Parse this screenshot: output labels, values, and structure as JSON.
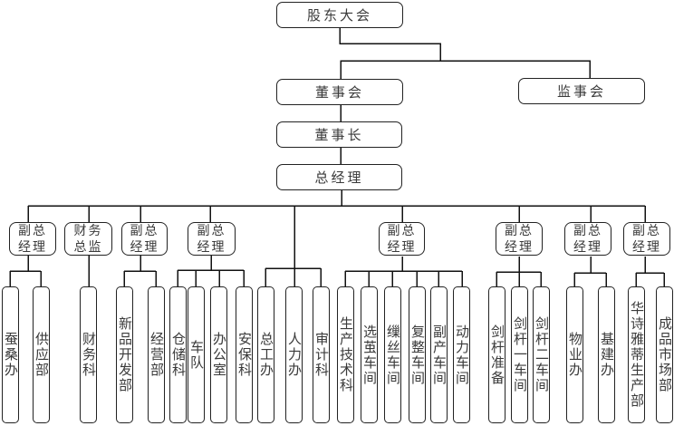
{
  "org": {
    "shareholders_meeting": "股东大会",
    "board_of_directors": "董事会",
    "board_of_supervisors": "监事会",
    "chairman": "董事长",
    "general_manager": "总经理",
    "vice_units": [
      {
        "head": "副总经理",
        "departments": [
          "蚕桑办",
          "供应部"
        ]
      },
      {
        "head": "财务总监",
        "departments": [
          "财务科"
        ]
      },
      {
        "head": "副总经理",
        "departments": [
          "新品开发部",
          "经营部"
        ]
      },
      {
        "head": "副总经理",
        "departments": [
          "仓储科",
          "车队",
          "办公室",
          "安保科"
        ]
      },
      {
        "head": "副总经理",
        "departments": [
          "生产技术科",
          "选茧车间",
          "缫丝车间",
          "复整车间",
          "副产车间",
          "动力车间"
        ]
      },
      {
        "head": "副总经理",
        "departments": [
          "剑杆准备",
          "剑杆一车间",
          "剑杆二车间"
        ]
      },
      {
        "head": "副总经理",
        "departments": [
          "物业办",
          "基建办"
        ]
      },
      {
        "head": "副总经理",
        "departments": [
          "华诗雅蒂生产部",
          "成品市场部"
        ]
      }
    ],
    "gm_direct_departments": [
      "总工办",
      "人力办",
      "审计科"
    ]
  }
}
